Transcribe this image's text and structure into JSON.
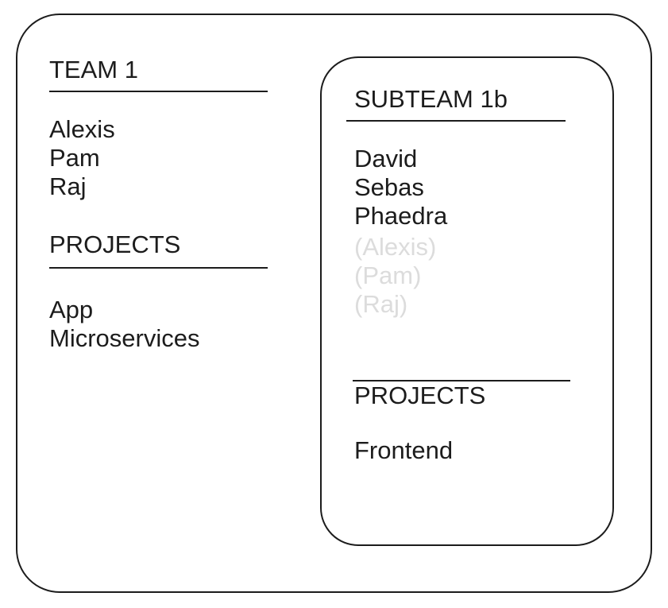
{
  "diagram": {
    "team": {
      "title": "TEAM 1",
      "members": [
        "Alexis",
        "Pam",
        "Raj"
      ],
      "projects_heading": "PROJECTS",
      "projects": [
        "App",
        "Microservices"
      ]
    },
    "subteam": {
      "title": "SUBTEAM 1b",
      "members": [
        "David",
        "Sebas",
        "Phaedra"
      ],
      "shadowed_members": [
        "(Alexis)",
        "(Pam)",
        "(Raj)"
      ],
      "projects_heading": "PROJECTS",
      "projects": [
        "Frontend"
      ]
    },
    "colors": {
      "ink": "#1c1c1c",
      "muted_text": "#dcdcdc",
      "background": "#ffffff"
    }
  }
}
